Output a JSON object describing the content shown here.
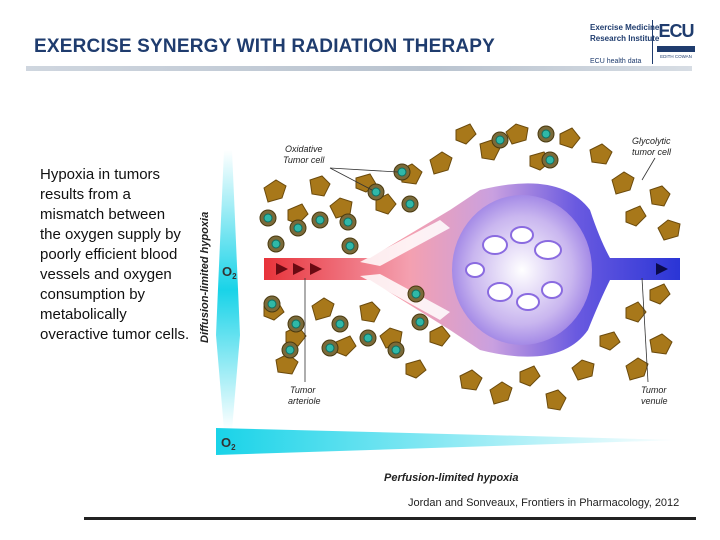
{
  "slide": {
    "title": "EXERCISE SYNERGY WITH RADIATION THERAPY",
    "body": "Hypoxia in tumors results from a mismatch between the oxygen supply by poorly efficient blood vessels and oxygen consumption by metabolically overactive tumor cells.",
    "citation": "Jordan and Sonveaux, Frontiers in Pharmacology, 2012"
  },
  "logo": {
    "line1": "Exercise Medicine",
    "line2": "Research Institute",
    "sub": "ECU health data",
    "mark": "ECU",
    "mark_sub": "EDITH COWAN"
  },
  "figure": {
    "label_oxidative": "Oxidative",
    "label_oxidative_2": "Tumor cell",
    "label_glycolytic": "Glycolytic",
    "label_glycolytic_2": "tumor cell",
    "label_arteriole": "Tumor",
    "label_arteriole_2": "arteriole",
    "label_venule": "Tumor",
    "label_venule_2": "venule",
    "label_diffusion": "Diffusion-limited hypoxia",
    "label_perfusion": "Perfusion-limited hypoxia",
    "o2_label_vertical": "O",
    "o2_label_bottom": "O",
    "o2_sub": "2",
    "colors": {
      "artery_red": "#e8333a",
      "vein_blue": "#2a35d6",
      "oxygen_cyan": "#19d3e8",
      "tumor_cell": "#a8781a",
      "tumor_cell_dark": "#6b4a0c",
      "oxidative_core": "#2fb8a8"
    }
  }
}
